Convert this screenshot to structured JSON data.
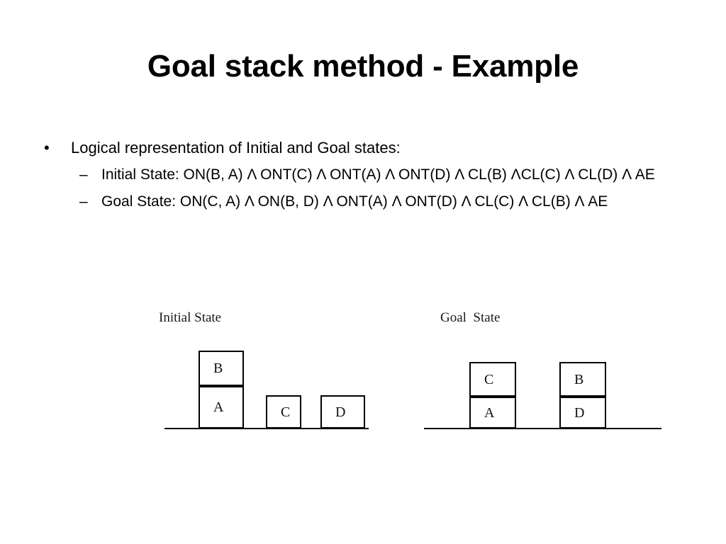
{
  "slide": {
    "title": "Goal stack method - Example",
    "background_color": "#ffffff",
    "text_color": "#000000"
  },
  "body": {
    "bullet1": {
      "marker": "•",
      "text": "Logical representation of Initial and Goal states:"
    },
    "bullet2": {
      "marker": "–",
      "text": "Initial State:  ON(B, A) Λ ONT(C) Λ ONT(A) Λ ONT(D) Λ CL(B) ΛCL(C) Λ CL(D) Λ AE"
    },
    "bullet3": {
      "marker": "–",
      "text": "Goal State:  ON(C, A) Λ ON(B, D) Λ ONT(A) Λ ONT(D) Λ CL(C) Λ CL(B) Λ AE"
    }
  },
  "diagrams": {
    "initial": {
      "label": "Initial State",
      "blocks": [
        {
          "name": "B",
          "stack": "left",
          "level": "top"
        },
        {
          "name": "A",
          "stack": "left",
          "level": "bottom"
        },
        {
          "name": "C",
          "stack": "middle",
          "level": "bottom"
        },
        {
          "name": "D",
          "stack": "right",
          "level": "bottom"
        }
      ]
    },
    "goal": {
      "label": "Goal  State",
      "blocks": [
        {
          "name": "C",
          "stack": "left",
          "level": "top"
        },
        {
          "name": "A",
          "stack": "left",
          "level": "bottom"
        },
        {
          "name": "B",
          "stack": "right",
          "level": "top"
        },
        {
          "name": "D",
          "stack": "right",
          "level": "bottom"
        }
      ]
    }
  }
}
